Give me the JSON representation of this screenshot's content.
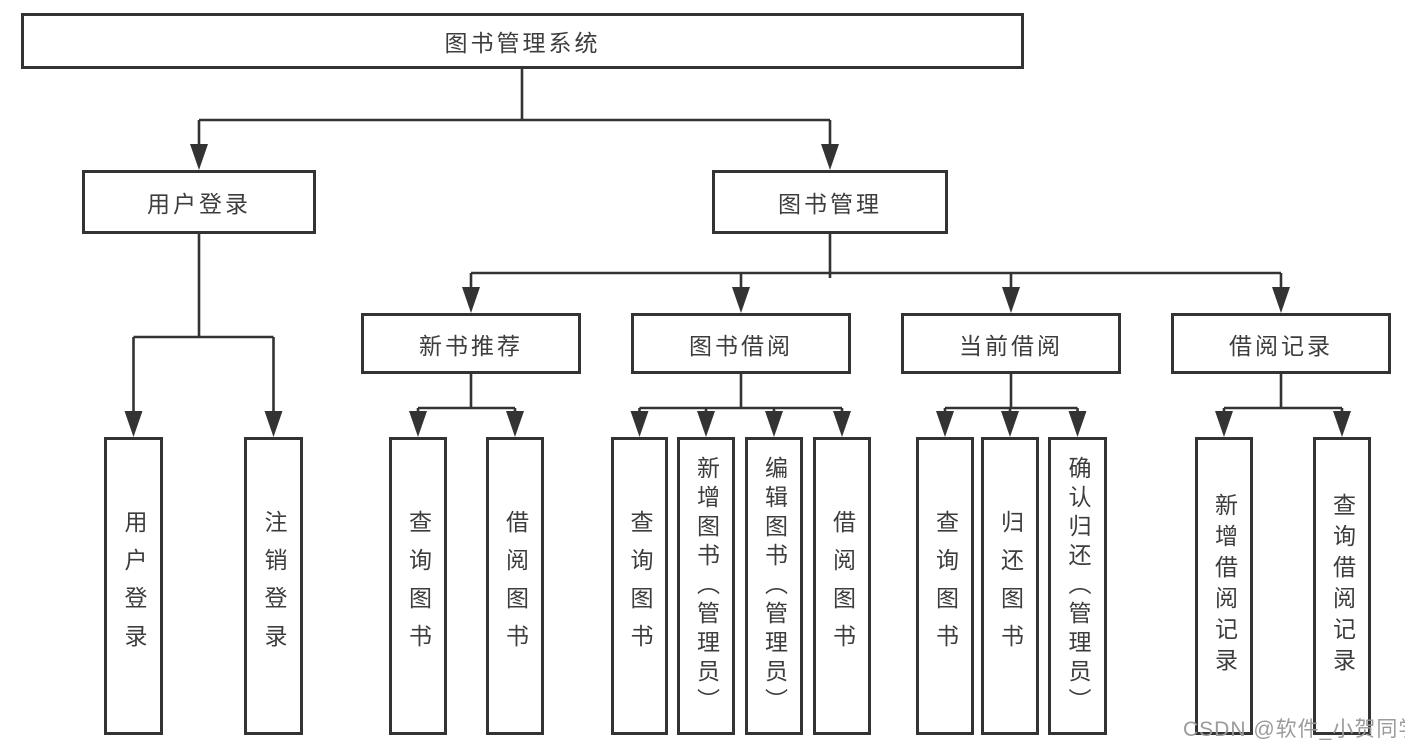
{
  "tree": {
    "label": "图书管理系统",
    "children": [
      {
        "label": "用户登录",
        "children": [
          {
            "label": "用户登录"
          },
          {
            "label": "注销登录"
          }
        ]
      },
      {
        "label": "图书管理",
        "children": [
          {
            "label": "新书推荐",
            "children": [
              {
                "label": "查询图书"
              },
              {
                "label": "借阅图书"
              }
            ]
          },
          {
            "label": "图书借阅",
            "children": [
              {
                "label": "查询图书"
              },
              {
                "label": "新增图书（管理员）"
              },
              {
                "label": "编辑图书（管理员）"
              },
              {
                "label": "借阅图书"
              }
            ]
          },
          {
            "label": "当前借阅",
            "children": [
              {
                "label": "查询图书"
              },
              {
                "label": "归还图书"
              },
              {
                "label": "确认归还（管理员）"
              }
            ]
          },
          {
            "label": "借阅记录",
            "children": [
              {
                "label": "新增借阅记录"
              },
              {
                "label": "查询借阅记录"
              }
            ]
          }
        ]
      }
    ]
  },
  "watermark": {
    "text": "CSDN @软件_小贺同学"
  },
  "colors": {
    "line": "#333333",
    "text": "#3d3d3d",
    "background": "#ffffff",
    "watermark": "#9b9b9b"
  }
}
